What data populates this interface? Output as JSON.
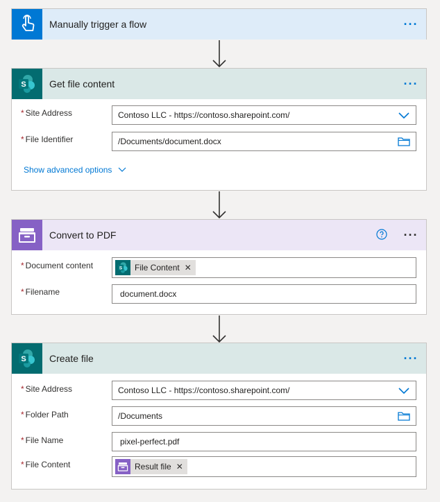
{
  "colors": {
    "trigger_header": "#deecf9",
    "trigger_tile": "#0078d4",
    "sharepoint_header": "#dae8e7",
    "sharepoint_tile": "#036c70",
    "convert_header": "#ece6f6",
    "convert_tile": "#8661c5",
    "link": "#0078d4"
  },
  "trigger": {
    "title": "Manually trigger a flow",
    "icon": "touch-hand-icon"
  },
  "get_file": {
    "title": "Get file content",
    "icon": "sharepoint-icon",
    "site_address_label": "Site Address",
    "site_address_value": "Contoso LLC - https://contoso.sharepoint.com/",
    "file_identifier_label": "File Identifier",
    "file_identifier_value": "/Documents/document.docx",
    "advanced_label": "Show advanced options"
  },
  "convert": {
    "title": "Convert to PDF",
    "icon": "file-cabinet-icon",
    "document_content_label": "Document content",
    "document_content_token": "File Content",
    "filename_label": "Filename",
    "filename_value": "document.docx"
  },
  "create_file": {
    "title": "Create file",
    "icon": "sharepoint-icon",
    "site_address_label": "Site Address",
    "site_address_value": "Contoso LLC - https://contoso.sharepoint.com/",
    "folder_path_label": "Folder Path",
    "folder_path_value": "/Documents",
    "file_name_label": "File Name",
    "file_name_value": "pixel-perfect.pdf",
    "file_content_label": "File Content",
    "file_content_token": "Result file"
  }
}
